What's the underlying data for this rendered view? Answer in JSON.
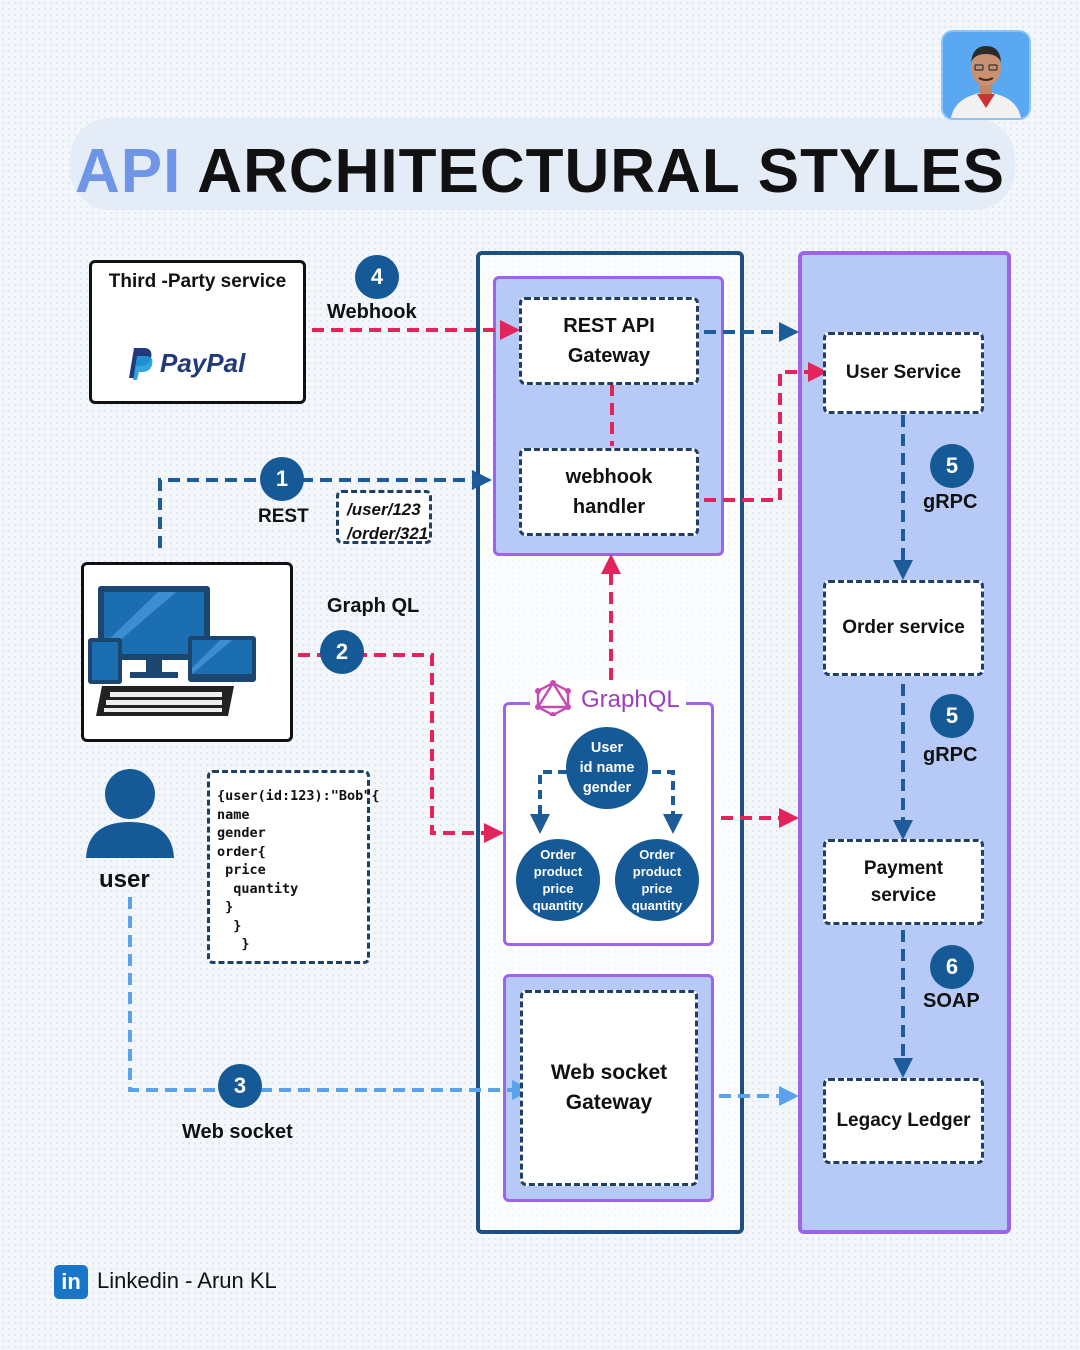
{
  "title": {
    "accent": "API",
    "rest": " ARCHITECTURAL STYLES"
  },
  "third_party": {
    "title": "Third -Party service",
    "brand": "PayPal"
  },
  "steps": {
    "webhook": {
      "num": "4",
      "label": "Webhook"
    },
    "rest": {
      "num": "1",
      "label": "REST"
    },
    "graphql": {
      "num": "2",
      "label": "Graph QL"
    },
    "websocket": {
      "num": "3",
      "label": "Web socket"
    },
    "grpc1": {
      "num": "5",
      "label": "gRPC"
    },
    "grpc2": {
      "num": "5",
      "label": "gRPC"
    },
    "soap": {
      "num": "6",
      "label": "SOAP"
    }
  },
  "rest_paths": "/user/123\n/order/321",
  "gateway": {
    "rest_api": "REST API\nGateway",
    "webhook_handler": "webhook\nhandler",
    "graphql_brand": "GraphQL",
    "user_node": "User\nid name\ngender",
    "order_node_left": "Order\nproduct\nprice\nquantity",
    "order_node_right": "Order\nproduct\nprice\nquantity",
    "websocket_gateway": "Web socket\nGateway"
  },
  "services": {
    "user": "User Service",
    "order": "Order service",
    "payment": "Payment\nservice",
    "ledger": "Legacy Ledger"
  },
  "client": {
    "user_label": "user"
  },
  "graphql_query": "{user(id:123):\"Bob\"{\nname\ngender\norder{\n price\n  quantity\n }\n  }\n   }",
  "footer": {
    "icon_text": "in",
    "text": "Linkedin - Arun KL"
  },
  "colors": {
    "accent": "#6f96e6",
    "navy": "#155a96",
    "red": "#e3245a",
    "light_blue": "#5aa3ec",
    "purple": "#9d63e8",
    "panel_blue": "#b7c9f7"
  },
  "icons": [
    "paypal-logo",
    "computer-icon",
    "user-icon",
    "graphql-icon",
    "linkedin-icon",
    "author-photo"
  ]
}
